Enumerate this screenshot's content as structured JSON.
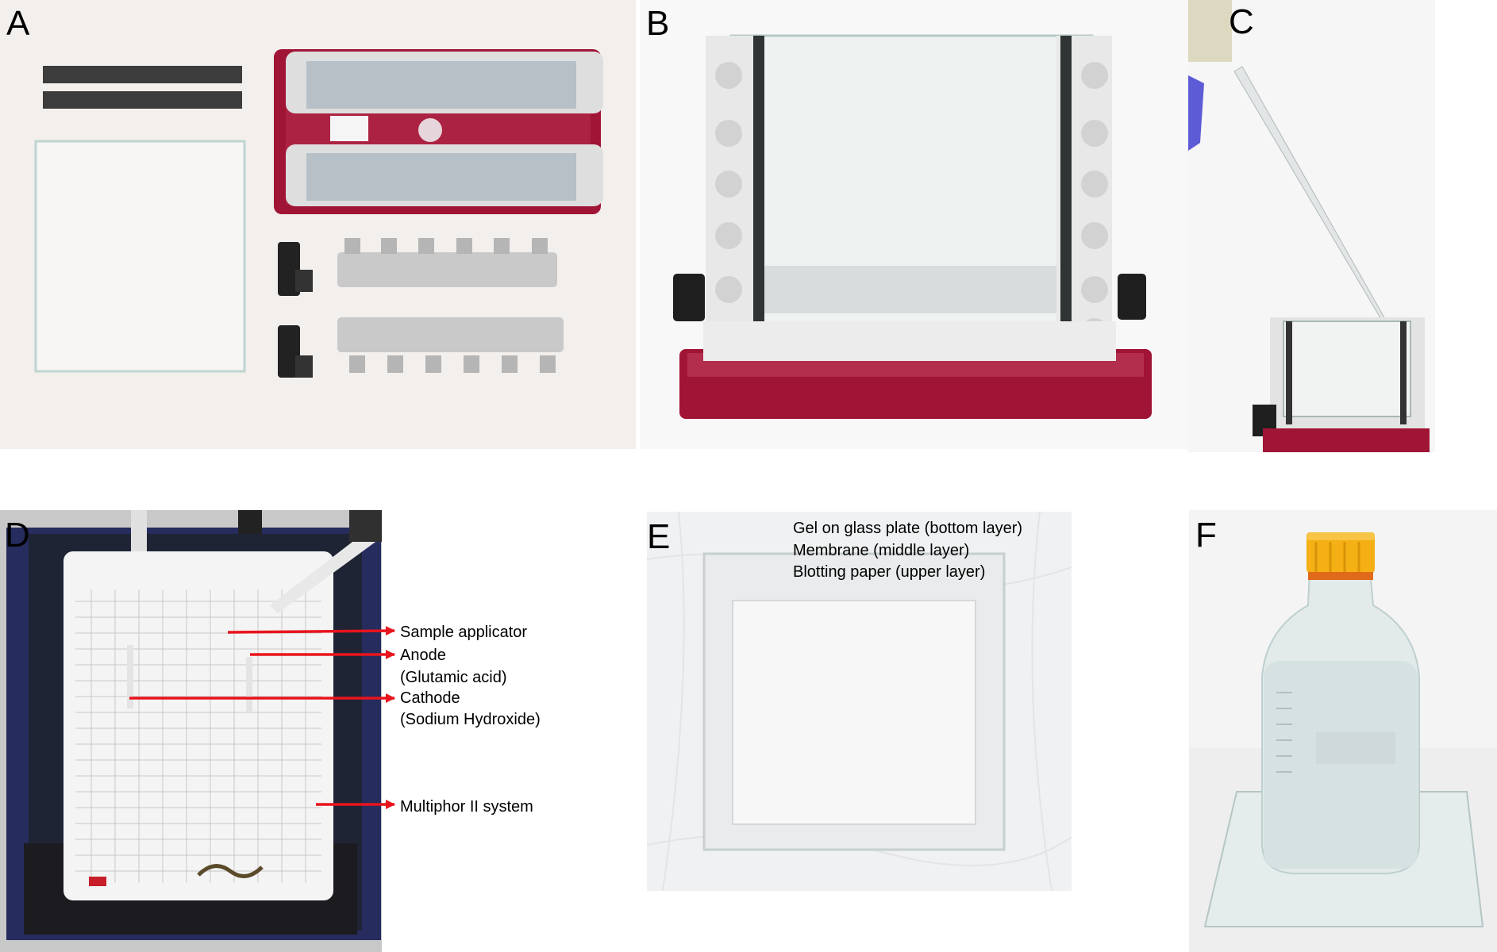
{
  "panels": {
    "a": {
      "letter": "A"
    },
    "b": {
      "letter": "B"
    },
    "c": {
      "letter": "C"
    },
    "d": {
      "letter": "D"
    },
    "e": {
      "letter": "E"
    },
    "f": {
      "letter": "F"
    }
  },
  "labels_d": {
    "sample_applicator": "Sample applicator",
    "anode": "Anode",
    "anode_detail": "(Glutamic acid)",
    "cathode": "Cathode",
    "cathode_detail": "(Sodium Hydroxide)",
    "multiphor": "Multiphor II system"
  },
  "labels_e": {
    "gel": "Gel on glass plate (bottom layer)",
    "membrane": "Membrane (middle layer)",
    "blotting": "Blotting paper (upper layer)"
  },
  "colors": {
    "arrow": "#e8141c",
    "tray_red": "#a01436",
    "tray_navy": "#262c5e"
  }
}
